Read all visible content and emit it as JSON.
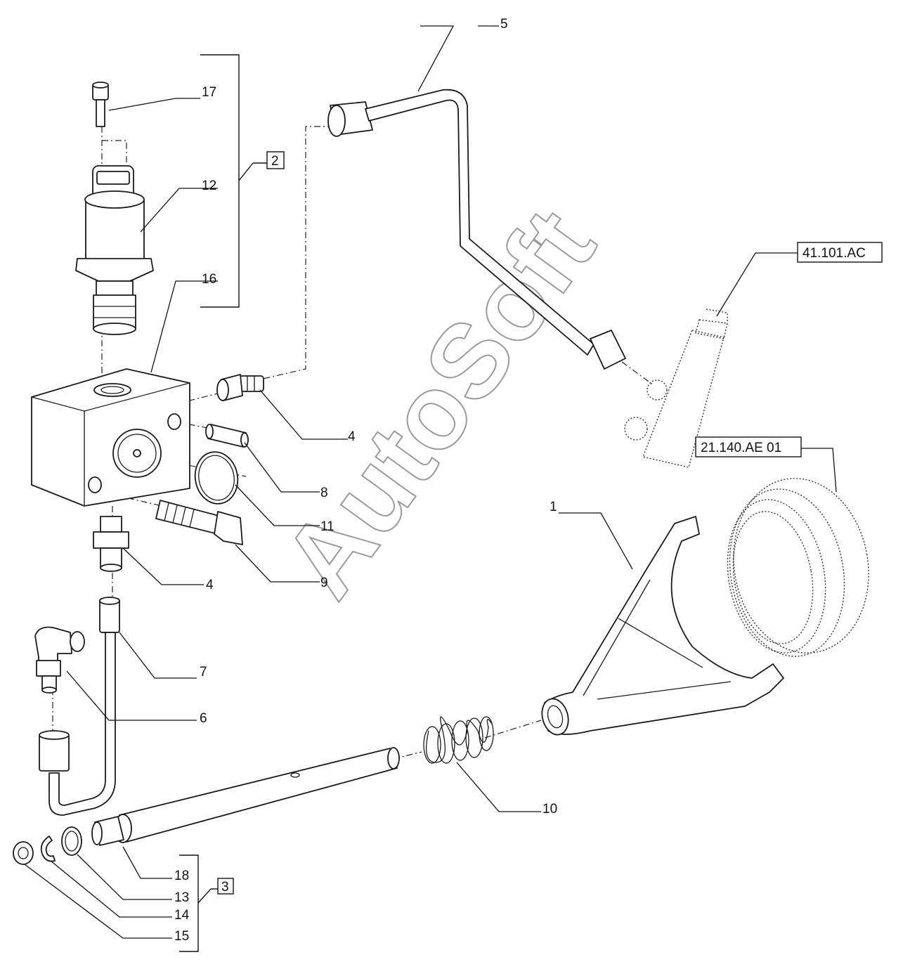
{
  "watermark": "AutoSoft",
  "callouts": {
    "c1": "1",
    "c2": "2",
    "c3": "3",
    "c4a": "4",
    "c4b": "4",
    "c5": "5",
    "c6": "6",
    "c7": "7",
    "c8": "8",
    "c9": "9",
    "c10": "10",
    "c11": "11",
    "c12": "12",
    "c13": "13",
    "c14": "14",
    "c15": "15",
    "c16": "16",
    "c17": "17",
    "c18": "18"
  },
  "references": {
    "ref_a": "41.101.AC",
    "ref_b": "21.140.AE 01"
  },
  "colors": {
    "line": "#1a1a1a",
    "watermark_outline": "#9a9a9a",
    "background": "#ffffff"
  }
}
